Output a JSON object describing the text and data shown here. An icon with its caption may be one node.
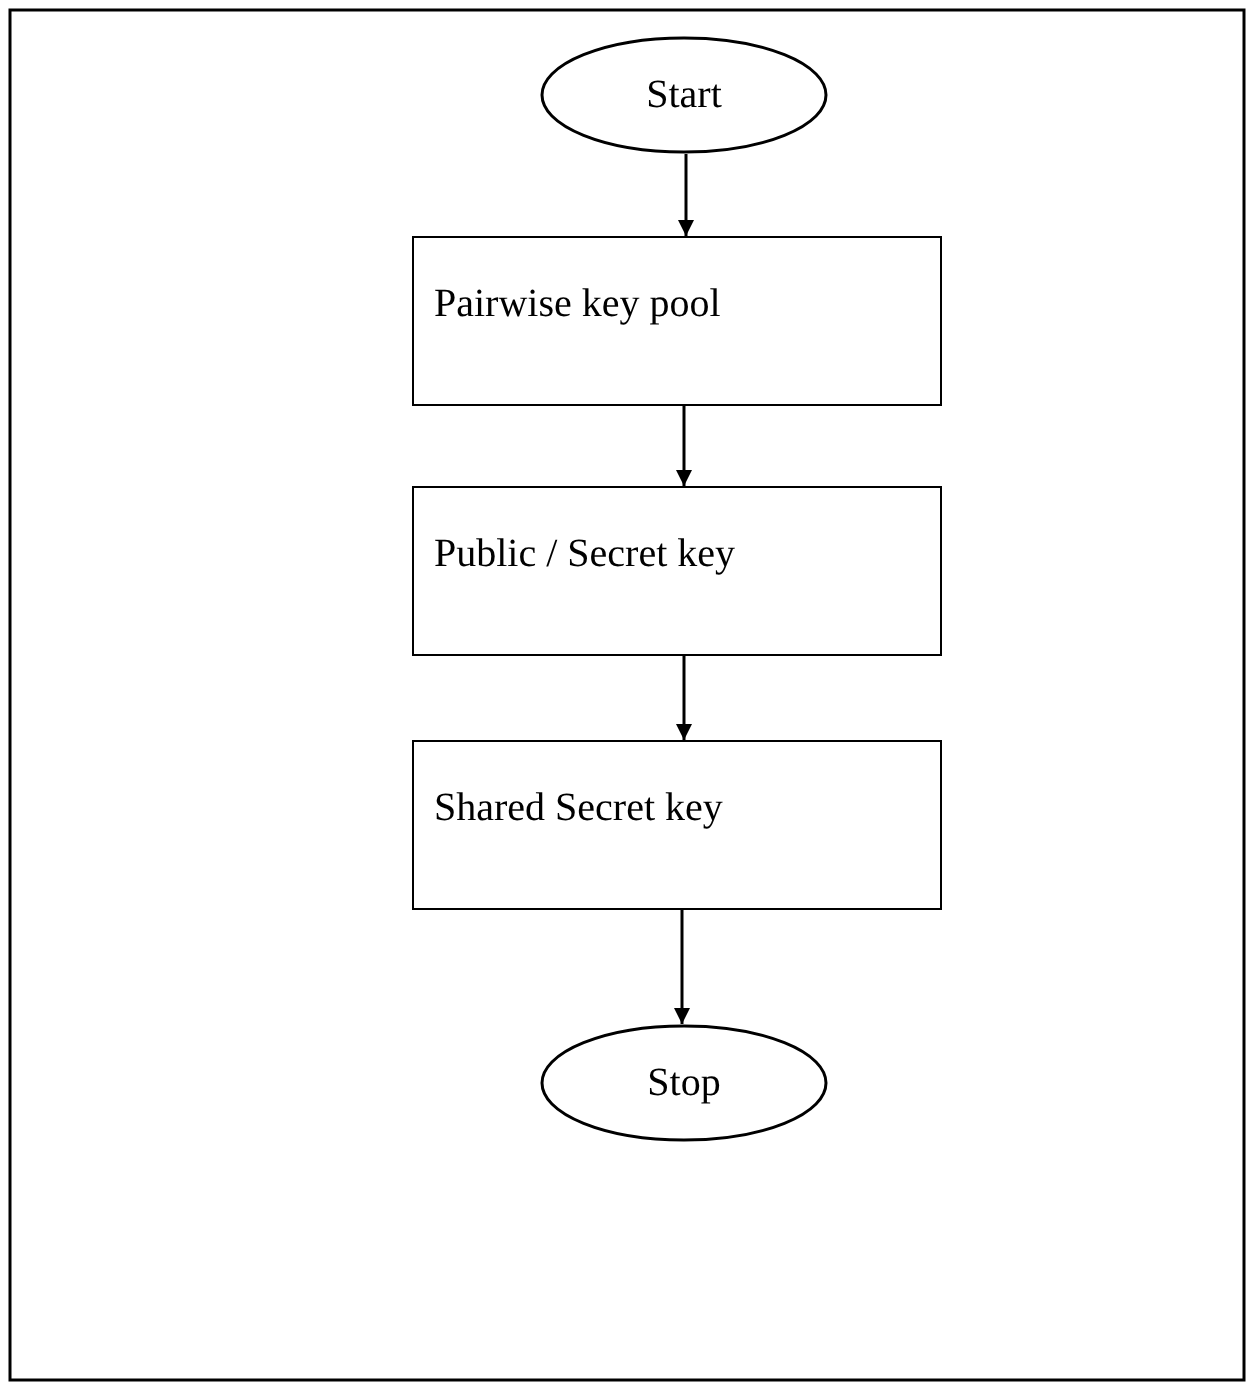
{
  "diagram": {
    "nodes": [
      {
        "text": [
          "Start"
        ]
      },
      {
        "text": [
          "Pairwise key pool"
        ]
      },
      {
        "text": [
          "Public / Secret key"
        ]
      },
      {
        "text": [
          "Shared Secret key"
        ]
      },
      {
        "text": [
          "Stop"
        ]
      }
    ],
    "edges": [
      {
        "from": 0,
        "to": 1,
        "arrow": "to"
      },
      {
        "from": 1,
        "to": 2,
        "arrow": "to"
      },
      {
        "from": 2,
        "to": 3,
        "arrow": "to"
      },
      {
        "from": 3,
        "to": 4,
        "arrow": "to"
      }
    ]
  }
}
